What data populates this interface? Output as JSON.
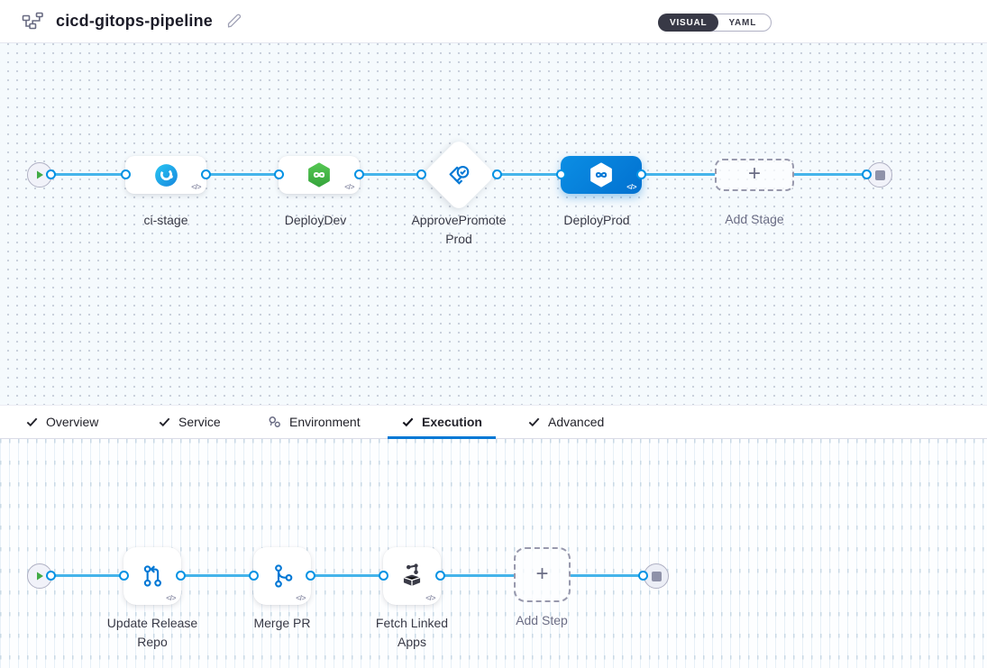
{
  "header": {
    "title": "cicd-gitops-pipeline",
    "view_toggle": {
      "visual": "VISUAL",
      "yaml": "YAML"
    }
  },
  "stage_pipeline": {
    "stages": [
      {
        "name": "ci-stage",
        "type": "ci-build"
      },
      {
        "name": "DeployDev",
        "type": "deployment"
      },
      {
        "name": "ApprovePromoteProd",
        "type": "approval"
      },
      {
        "name": "DeployProd",
        "type": "deployment",
        "selected": true
      }
    ],
    "add_stage_label": "Add Stage"
  },
  "tabs": [
    {
      "label": "Overview",
      "icon": "check"
    },
    {
      "label": "Service",
      "icon": "check"
    },
    {
      "label": "Environment",
      "icon": "environment"
    },
    {
      "label": "Execution",
      "icon": "check",
      "active": true
    },
    {
      "label": "Advanced",
      "icon": "check"
    }
  ],
  "execution_steps": {
    "steps": [
      {
        "name": "Update Release Repo",
        "type": "update-release-repo"
      },
      {
        "name": "Merge PR",
        "type": "merge-pr"
      },
      {
        "name": "Fetch Linked Apps",
        "type": "fetch-linked-apps"
      }
    ],
    "add_step_label": "Add Step"
  },
  "code_badge": "</>",
  "colors": {
    "accent_blue": "#0278d5",
    "connector_blue": "#45b4ea",
    "port_blue": "#0092e4",
    "success_green": "#42ab45",
    "toggle_dark": "#383946",
    "canvas_top_bg": "#f5fafd",
    "canvas_bottom_bg": "#fdfeff"
  }
}
